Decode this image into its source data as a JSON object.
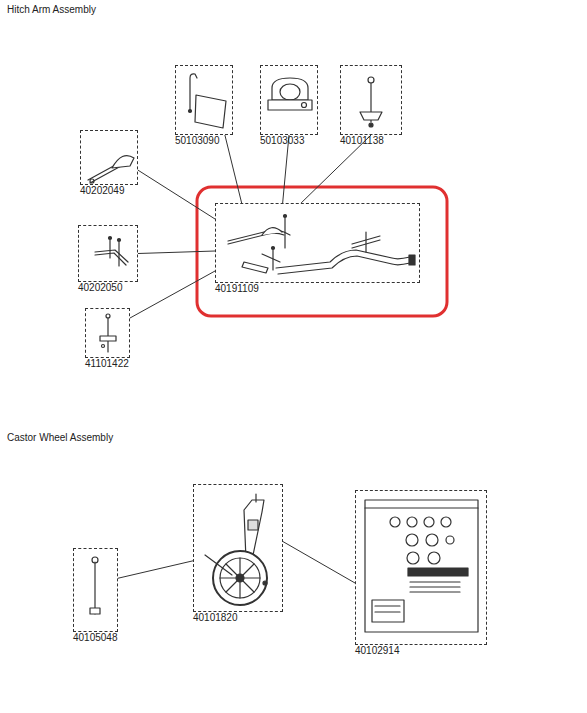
{
  "diagram": {
    "nodes": [
      {
        "text": [
          "50103090"
        ]
      },
      {
        "text": [
          "50103033"
        ]
      },
      {
        "text": [
          "40101138"
        ]
      },
      {
        "text": [
          "40202049"
        ]
      },
      {
        "text": [
          "40202050"
        ]
      },
      {
        "text": [
          "40191109"
        ]
      },
      {
        "text": [
          "41101422"
        ]
      },
      {
        "text": [
          "40105048"
        ]
      },
      {
        "text": [
          "40101820"
        ]
      },
      {
        "text": [
          "40102914"
        ]
      }
    ],
    "edges": [
      {
        "from": 0,
        "to": 5,
        "arrow": "none"
      },
      {
        "from": 1,
        "to": 5,
        "arrow": "none"
      },
      {
        "from": 2,
        "to": 5,
        "arrow": "none"
      },
      {
        "from": 3,
        "to": 5,
        "arrow": "none"
      },
      {
        "from": 4,
        "to": 5,
        "arrow": "none"
      },
      {
        "from": 6,
        "to": 5,
        "arrow": "none"
      },
      {
        "from": 7,
        "to": 8,
        "arrow": "none"
      },
      {
        "from": 8,
        "to": 9,
        "arrow": "none"
      }
    ],
    "labels": [
      "Hitch Arm Assembly",
      "Castor Wheel Assembly"
    ]
  }
}
